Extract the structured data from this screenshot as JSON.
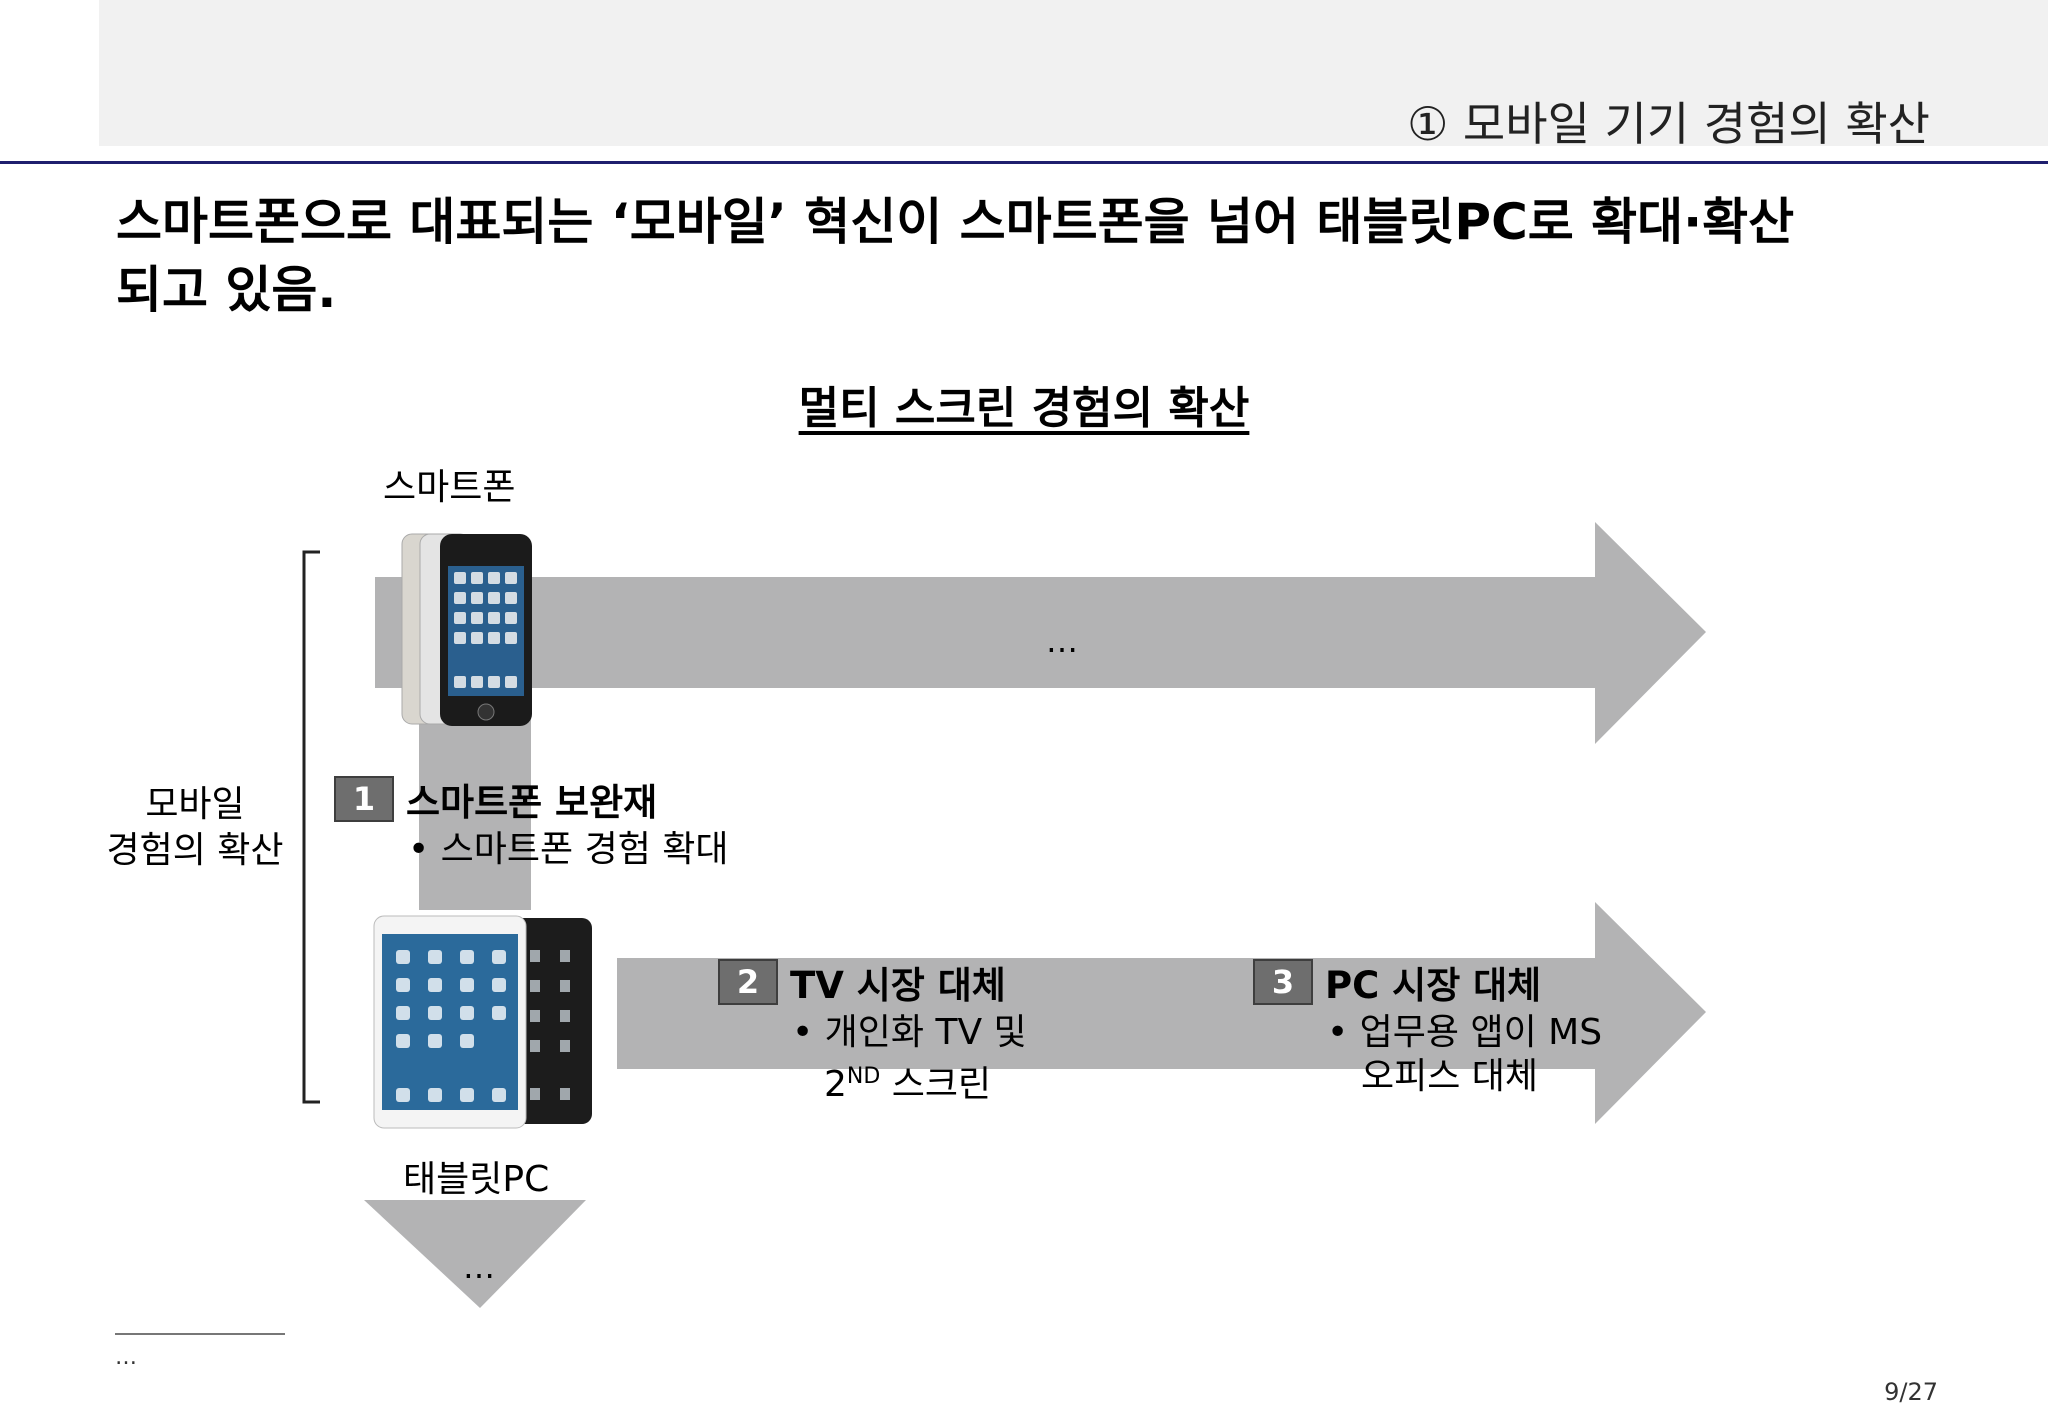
{
  "header": {
    "section_title": "① 모바일 기기 경험의 확산"
  },
  "headline": {
    "line1": "스마트폰으로 대표되는 ‘모바일’ 혁신이 스마트폰을 넘어 태블릿PC로 확대·확산",
    "line2": "되고 있음."
  },
  "diagram": {
    "title": "멀티 스크린 경험의 확산",
    "smartphone_label": "스마트폰",
    "tablet_label": "태블릿PC",
    "bracket_label_line1": "모바일",
    "bracket_label_line2": "경험의 확산",
    "top_arrow_text": "…",
    "down_arrow_text": "…",
    "items": [
      {
        "number": "1",
        "heading": "스마트폰 보완재",
        "bullet1": "• 스마트폰 경험 확대",
        "bullet2": ""
      },
      {
        "number": "2",
        "heading": "TV 시장 대체",
        "bullet1": "• 개인화 TV  및",
        "bullet2_main": "2",
        "bullet2_sup": "ND",
        "bullet2_rest": " 스크린"
      },
      {
        "number": "3",
        "heading": "PC 시장 대체",
        "bullet1": "• 업무용 앱이 MS",
        "bullet2": "오피스 대체"
      }
    ],
    "colors": {
      "arrow": "#b3b3b4",
      "number_box": "#6e6e6e"
    }
  },
  "footer": {
    "note": "…",
    "page": "9/27"
  }
}
